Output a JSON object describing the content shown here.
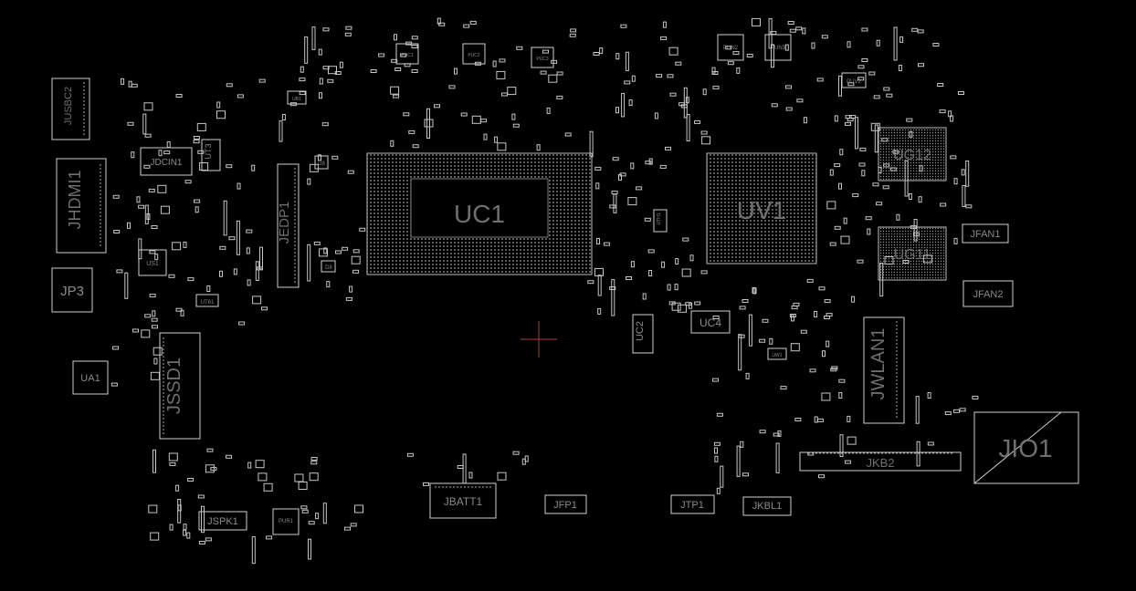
{
  "colors": {
    "background": "#000000",
    "outline": "#cfcfcf",
    "label": "#6f6f6f",
    "cursor": "#b03a3a"
  },
  "components": {
    "UC1": "UC1",
    "UV1": "UV1",
    "UG12": "UG12",
    "UG11": "UG11",
    "JIO1": "JIO1",
    "JKB2": "JKB2",
    "JWLAN1": "JWLAN1",
    "JSSD1": "JSSD1",
    "JHDMI1": "JHDMI1",
    "JEDP1": "JEDP1",
    "JUSBC2": "JUSBC2",
    "JDCIN1": "JDCIN1",
    "JP3": "JP3",
    "UA1": "UA1",
    "JBATT1": "JBATT1",
    "JFP1": "JFP1",
    "JTP1": "JTP1",
    "JKBL1": "JKBL1",
    "JSPK1": "JSPK1",
    "JFAN1": "JFAN1",
    "JFAN2": "JFAN2",
    "UC4": "UC4",
    "UC2": "UC2",
    "UT3": "UT3",
    "US1": "US1",
    "UT61": "UT61",
    "U8": "U8",
    "D8": "D8",
    "UTH1": "UTH1",
    "UW1": "UW1",
    "PUV2": "PUV2",
    "PUN2": "PUN2",
    "PUN3": "PUN3",
    "PUR1": "PUR1",
    "PUC1": "PUC1",
    "PUC2": "PUC2",
    "PUC3": "PUC3",
    "UB1": "UB1"
  },
  "cursor": {
    "type": "crosshair"
  }
}
